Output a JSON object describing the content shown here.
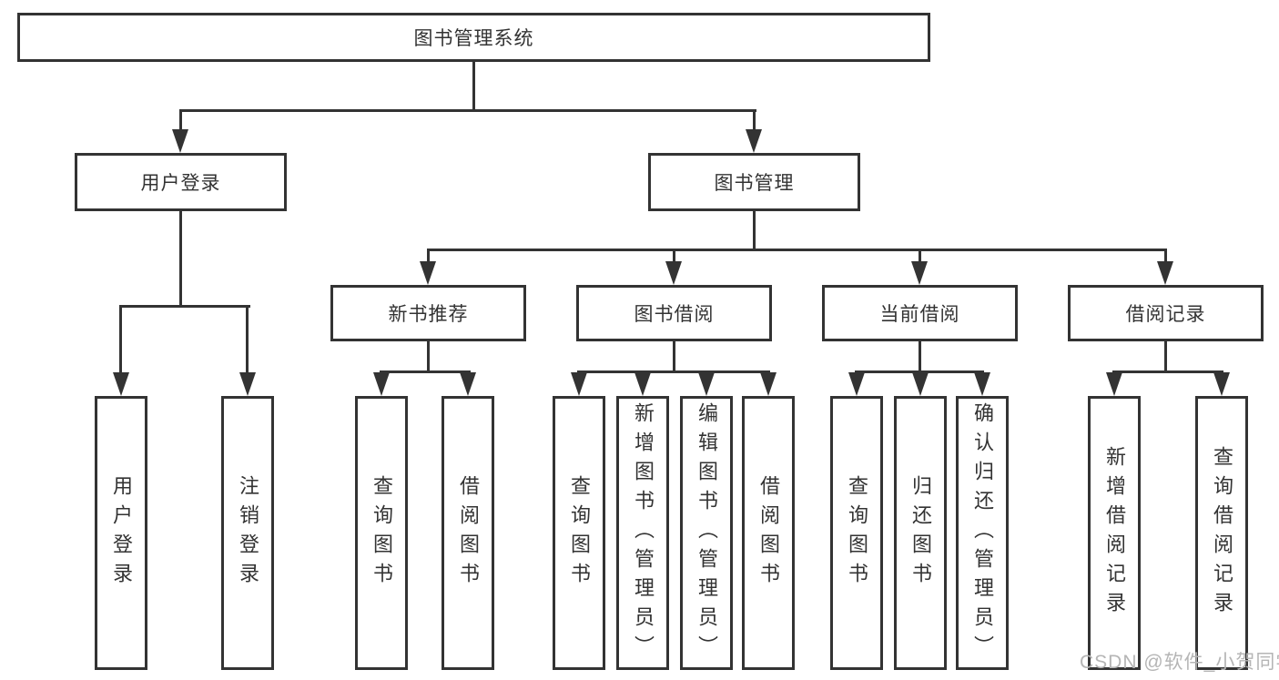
{
  "diagram": {
    "root": {
      "label": "图书管理系统"
    },
    "level2": [
      {
        "label": "用户登录"
      },
      {
        "label": "图书管理"
      }
    ],
    "level3": [
      {
        "label": "新书推荐",
        "parent": "图书管理"
      },
      {
        "label": "图书借阅",
        "parent": "图书管理"
      },
      {
        "label": "当前借阅",
        "parent": "图书管理"
      },
      {
        "label": "借阅记录",
        "parent": "图书管理"
      }
    ],
    "leaves": [
      {
        "label": "用户登录",
        "parent": "用户登录"
      },
      {
        "label": "注销登录",
        "parent": "用户登录"
      },
      {
        "label": "查询图书",
        "parent": "新书推荐"
      },
      {
        "label": "借阅图书",
        "parent": "新书推荐"
      },
      {
        "label": "查询图书",
        "parent": "图书借阅"
      },
      {
        "label": "新增图书（管理员）",
        "parent": "图书借阅"
      },
      {
        "label": "编辑图书（管理员）",
        "parent": "图书借阅"
      },
      {
        "label": "借阅图书",
        "parent": "图书借阅"
      },
      {
        "label": "查询图书",
        "parent": "当前借阅"
      },
      {
        "label": "归还图书",
        "parent": "当前借阅"
      },
      {
        "label": "确认归还（管理员）",
        "parent": "当前借阅"
      },
      {
        "label": "新增借阅记录",
        "parent": "借阅记录"
      },
      {
        "label": "查询借阅记录",
        "parent": "借阅记录"
      }
    ]
  },
  "watermark": {
    "text": "CSDN @软件_小贺同学"
  },
  "colors": {
    "line": "#333333",
    "text": "#333333",
    "watermark_text": "#b5b5b5",
    "background": "#ffffff"
  }
}
